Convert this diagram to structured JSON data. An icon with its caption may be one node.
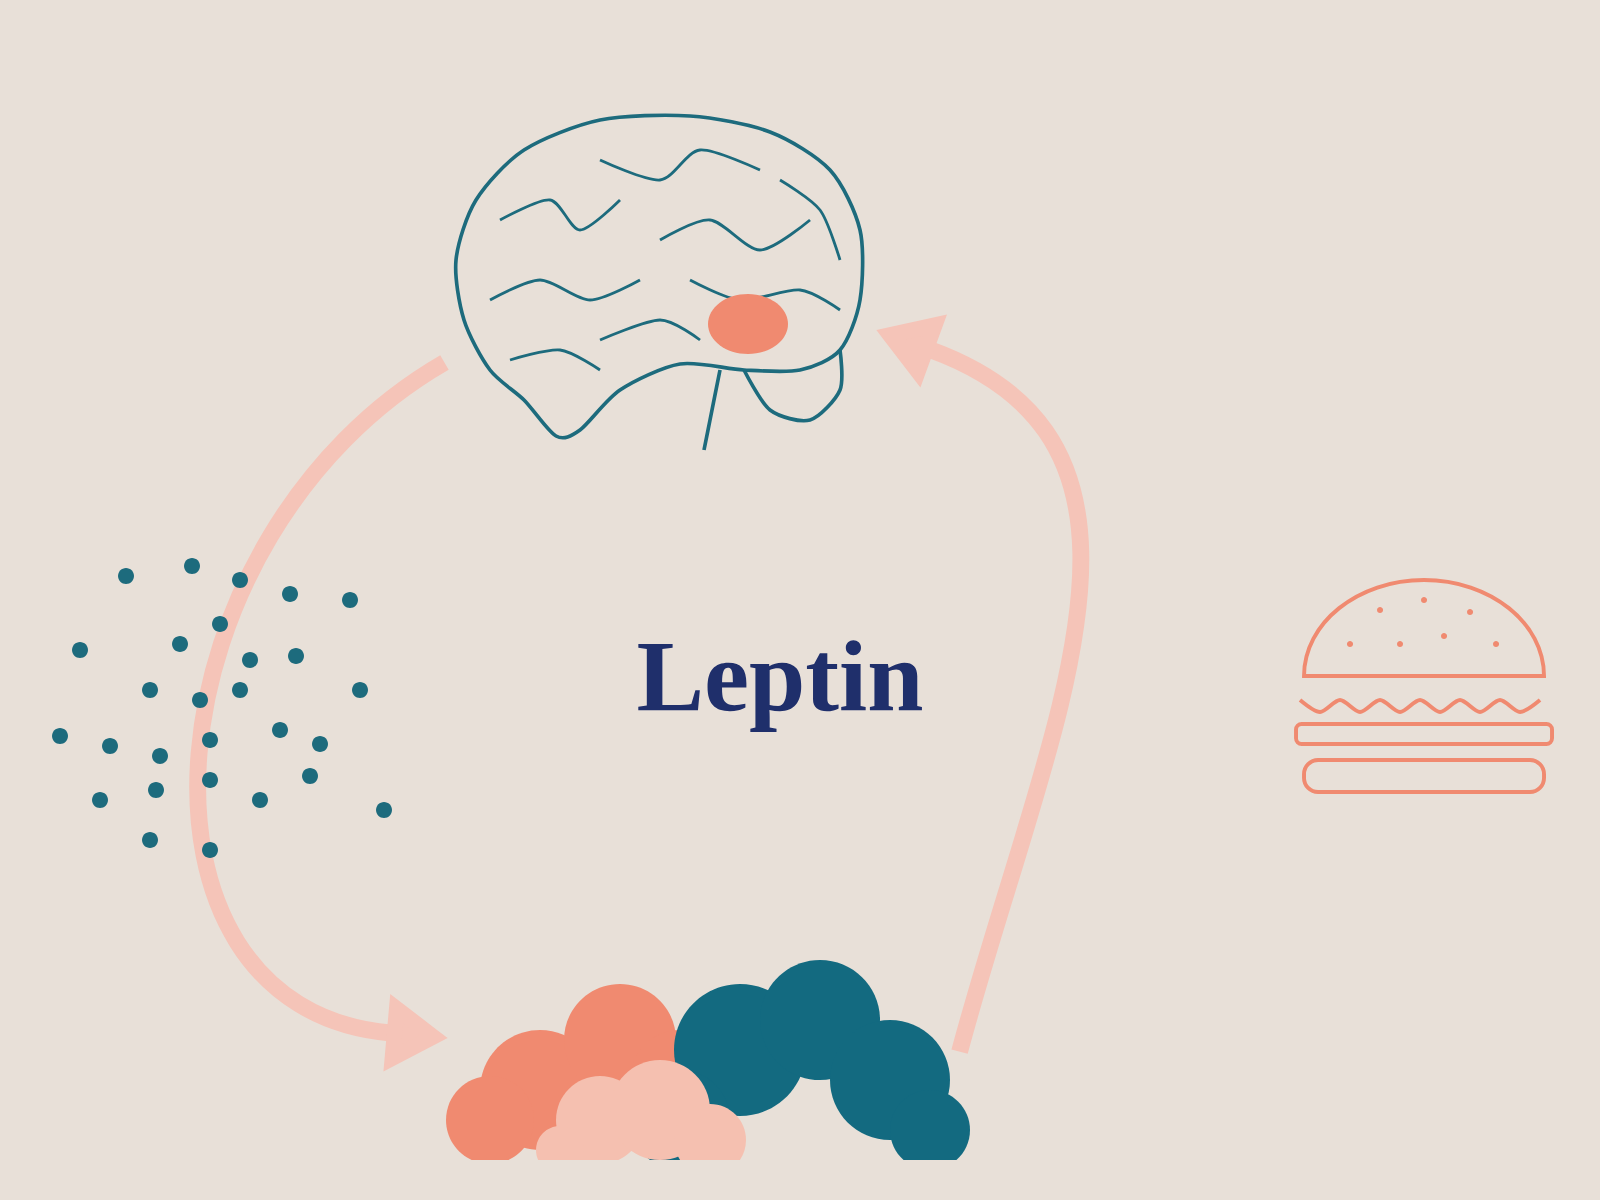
{
  "diagram": {
    "title": "Leptin",
    "nodes": [
      {
        "text": [],
        "shape": "picture"
      },
      {
        "text": [],
        "shape": "picture"
      }
    ],
    "edges": [
      {
        "from": 0,
        "to": 1,
        "arrow": "to"
      },
      {
        "from": 1,
        "to": 0,
        "arrow": "to"
      }
    ]
  }
}
